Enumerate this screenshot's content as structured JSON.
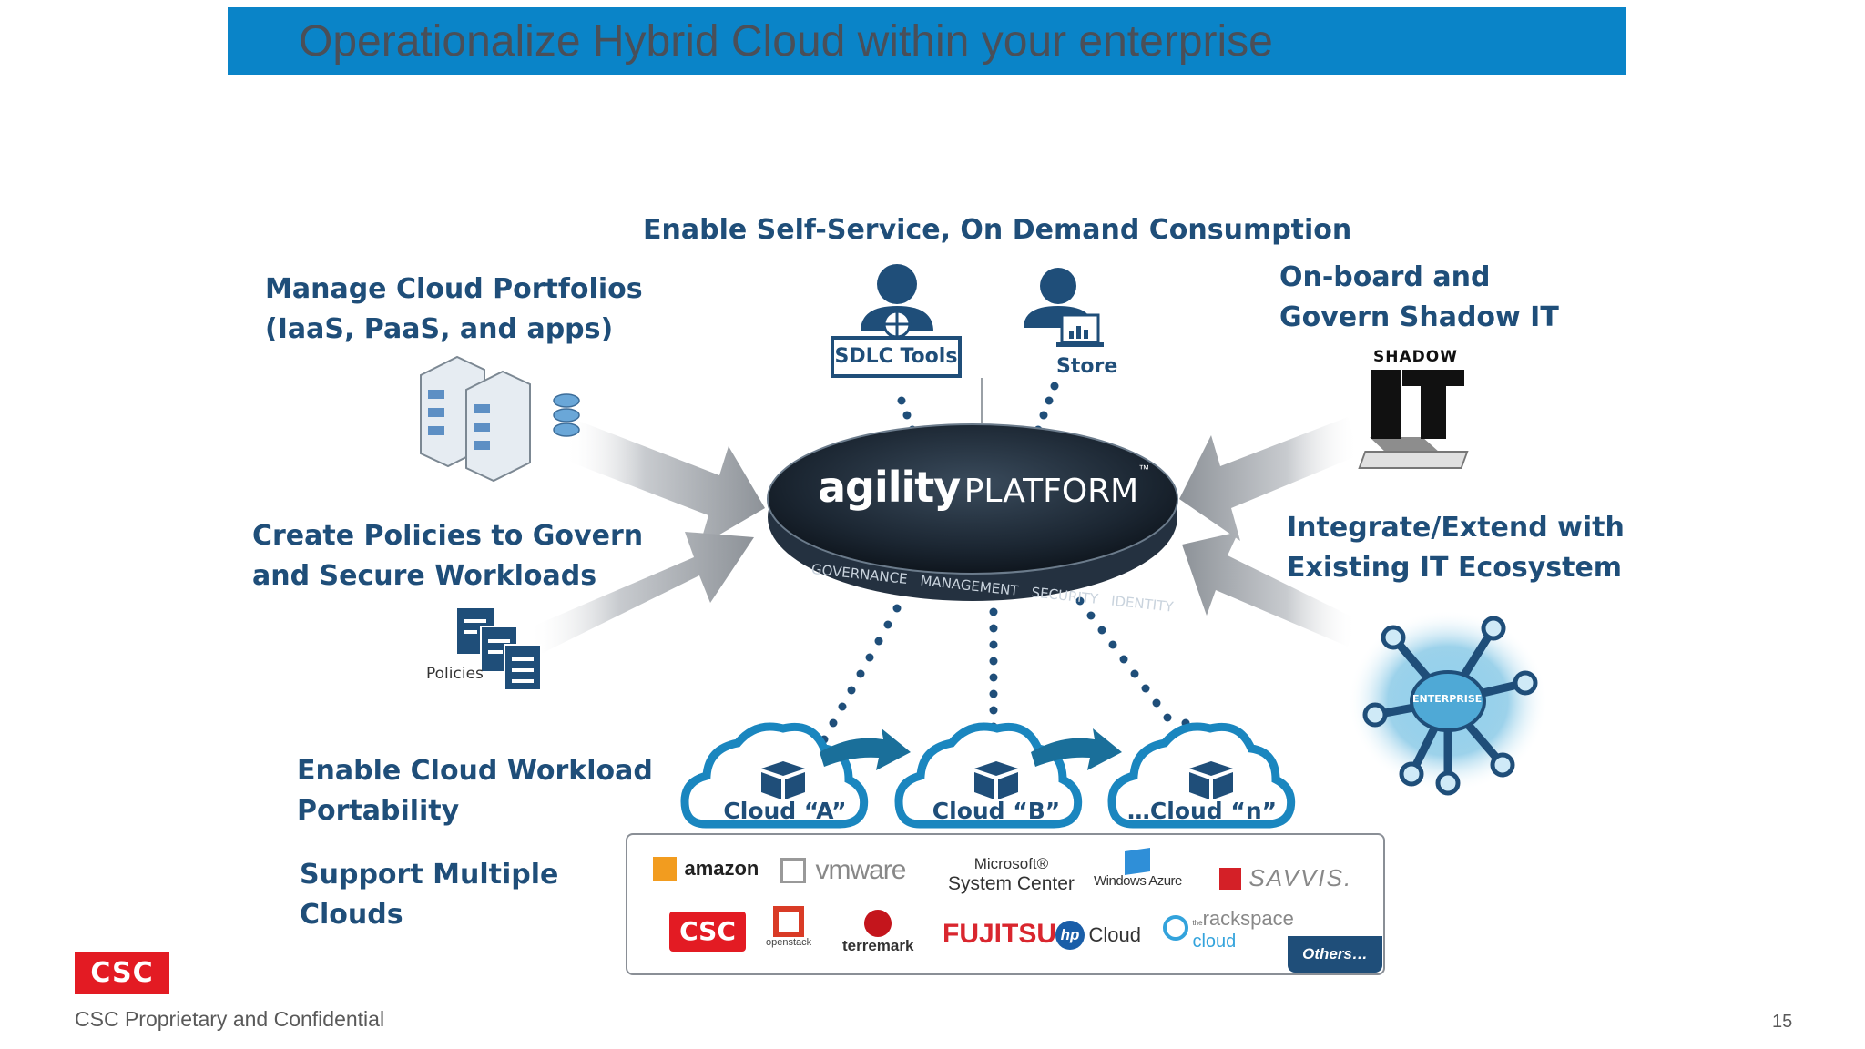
{
  "slide": {
    "title": "Operationalize Hybrid Cloud within your enterprise",
    "footer": "CSC Proprietary and Confidential",
    "page_number": "15",
    "logo_text": "CSC"
  },
  "capabilities": {
    "self_service": "Enable Self-Service, On Demand Consumption",
    "manage_portfolios": [
      "Manage Cloud Portfolios",
      "(IaaS, PaaS, and apps)"
    ],
    "shadow_it": [
      "On-board and",
      "Govern Shadow IT"
    ],
    "policies": [
      "Create Policies to Govern",
      "and Secure Workloads"
    ],
    "integrate": [
      "Integrate/Extend with",
      "Existing IT Ecosystem"
    ],
    "portability": [
      "Enable Cloud Workload",
      "Portability"
    ],
    "multiple_clouds": [
      "Support Multiple",
      "Clouds"
    ]
  },
  "icons": {
    "sdlc_tools_label": "SDLC Tools",
    "store_label": "Store",
    "policies_label": "Policies",
    "shadow_label": "SHADOW",
    "shadow_it_text": "IT",
    "enterprise_label": "ENTERPRISE"
  },
  "platform": {
    "brand": "agility",
    "name": "PLATFORM",
    "trademark": "™",
    "ring_words": [
      "GOVERNANCE",
      "MANAGEMENT",
      "SECURITY",
      "IDENTITY"
    ]
  },
  "clouds": [
    "Cloud “A”",
    "Cloud “B”",
    "…Cloud “n”"
  ],
  "vendors": {
    "row1": [
      "amazon",
      "vmware",
      "Microsoft®",
      "System Center",
      "Windows Azure",
      "SAVVIS."
    ],
    "row2": [
      "CSC",
      "openstack",
      "terremark",
      "FUJITSU",
      "hp",
      "Cloud",
      "the",
      "rackspace",
      "cloud"
    ],
    "others_label": "Others…"
  },
  "colors": {
    "title_bar": "#0a84c8",
    "primary_text": "#1f4e79",
    "arrow_gray": "#9ea3a9",
    "csc_red": "#e31b23"
  }
}
